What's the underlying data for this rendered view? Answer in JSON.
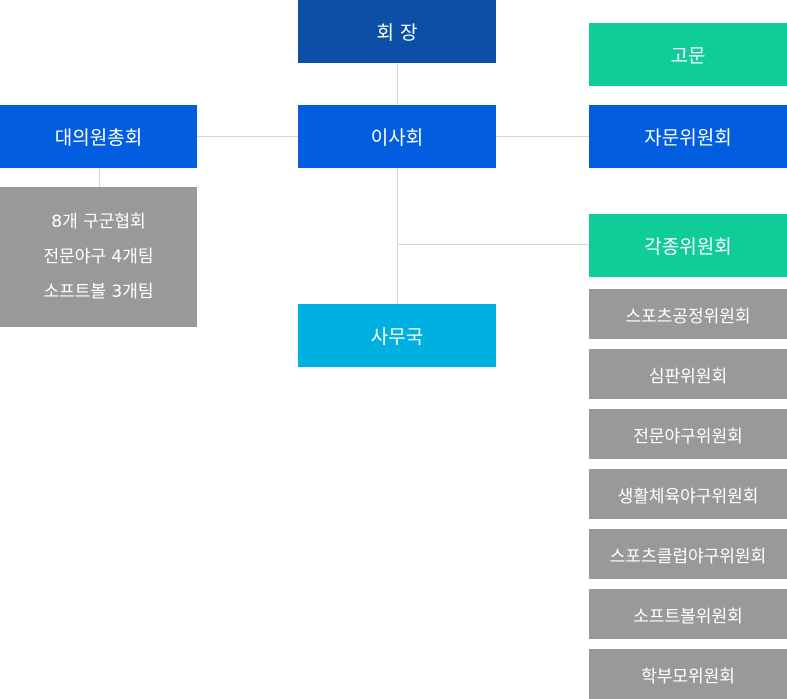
{
  "org_chart": {
    "chairman": "회 장",
    "board": "이사회",
    "general_assembly": "대의원총회",
    "secretariat": "사무국",
    "advisor": "고문",
    "advisory_committee": "자문위원회",
    "members": {
      "lines": [
        "8개 구군협회",
        "전문야구 4개팀",
        "소프트볼 3개팀"
      ]
    },
    "committees": {
      "title": "각종위원회",
      "items": [
        "스포츠공정위원회",
        "심판위원회",
        "전문야구위원회",
        "생활체육야구위원회",
        "스포츠클럽야구위원회",
        "소프트볼위원회",
        "학부모위원회"
      ]
    }
  },
  "colors": {
    "navy": "#0b4fa6",
    "blue": "#035de0",
    "teal": "#10cc98",
    "sky": "#00b0e0",
    "gray": "#999999",
    "connector": "#d6d6d6"
  }
}
